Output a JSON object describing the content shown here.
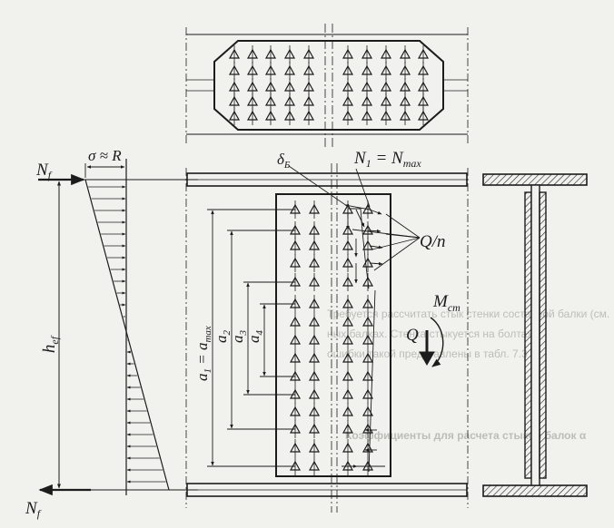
{
  "labels": {
    "nf_top": "N",
    "nf_top_sub": "f",
    "nf_bottom": "N",
    "nf_bottom_sub": "f",
    "sigma": "σ ≈ R",
    "hef": "h",
    "hef_sub": "ef",
    "delta": "δ",
    "delta_sub": "Б",
    "n1": "N",
    "n1_sub": "1",
    "n1_eq": " = N",
    "n1_eq_sub": "max",
    "qn": "Q/n",
    "mst": "M",
    "mst_sub": "ст",
    "q": "Q",
    "a1": "a",
    "a1_sub": "1",
    "a1_eq": " = a",
    "a1_eq_sub": "max",
    "a2": "a",
    "a2_sub": "2",
    "a3": "a",
    "a3_sub": "3",
    "a4": "a",
    "a4_sub": "4"
  },
  "bleed_text": [
    "Требуется рассчитать стык стенки составной балки (см.",
    "ных балках. Cтенка стыкуется на болтах",
    "ошибки такой представлены в табл. 7.3",
    "Коэффициенты для расчета стыков балок α"
  ],
  "colors": {
    "ink": "#1c1c1c",
    "paper": "#f1f1ee",
    "bleed": "#bdbdb8"
  }
}
